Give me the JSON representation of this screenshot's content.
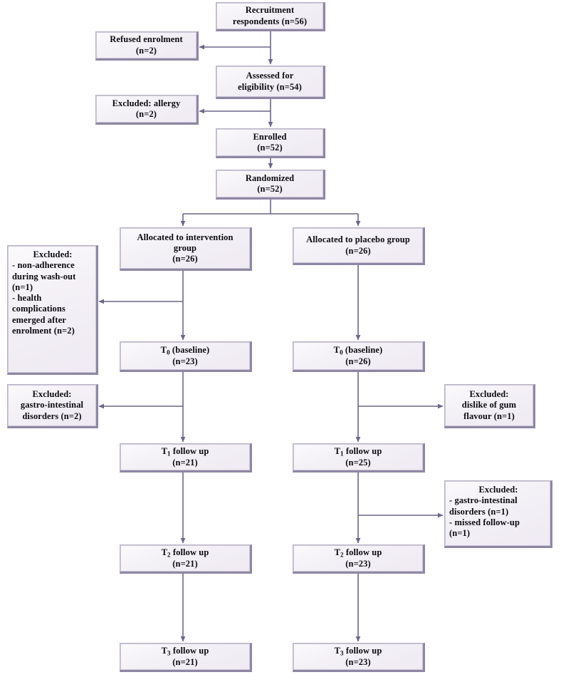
{
  "diagram": {
    "title": "CONSORT participant flow diagram",
    "colors": {
      "box_fill": "#f3f0f6",
      "box_border_light": "#b9b3c6",
      "box_border_shadow": "#8e87a3",
      "connector": "#6d6789",
      "text": "#0b0b10"
    },
    "nodes": {
      "recruitment": {
        "line1": "Recruitment",
        "line2": "respondents (n=56)"
      },
      "refused": {
        "line1": "Refused enrolment",
        "line2": "(n=2)"
      },
      "assessed": {
        "line1": "Assessed for",
        "line2": "eligibility (n=54)"
      },
      "excluded_allergy": {
        "line1": "Excluded: allergy",
        "line2": "(n=2)"
      },
      "enrolled": {
        "line1": "Enrolled",
        "line2": "(n=52)"
      },
      "randomized": {
        "line1": "Randomized",
        "line2": "(n=52)"
      },
      "alloc_intervention": {
        "line1": "Allocated to intervention",
        "line2": "group",
        "line3": "(n=26)"
      },
      "alloc_placebo": {
        "line1": "Allocated to placebo group",
        "line2": "(n=26)"
      },
      "excluded_left_washout": {
        "heading": "Excluded:",
        "body": "- non-adherence during wash-out (n=1)\n- health complications emerged after enrolment (n=2)"
      },
      "excluded_left_gi": {
        "line1": "Excluded:",
        "line2": "gastro-intestinal",
        "line3": "disorders (n=2)"
      },
      "excluded_right_flavour": {
        "line1": "Excluded:",
        "line2": "dislike of gum",
        "line3": "flavour (n=1)"
      },
      "excluded_right_gi_missed": {
        "heading": "Excluded:",
        "body": "-  gastro-intestinal\n    disorders (n=1)\n-  missed follow-up\n    (n=1)"
      },
      "t0_intervention": {
        "label": "T",
        "sub": "0",
        "rest": " (baseline)",
        "line2": "(n=23)"
      },
      "t0_placebo": {
        "label": "T",
        "sub": "0",
        "rest": " (baseline)",
        "line2": "(n=26)"
      },
      "t1_intervention": {
        "label": "T",
        "sub": "1",
        "rest": " follow up",
        "line2": "(n=21)"
      },
      "t1_placebo": {
        "label": "T",
        "sub": "1",
        "rest": " follow up",
        "line2": "(n=25)"
      },
      "t2_intervention": {
        "label": "T",
        "sub": "2",
        "rest": " follow up",
        "line2": "(n=21)"
      },
      "t2_placebo": {
        "label": "T",
        "sub": "2",
        "rest": " follow up",
        "line2": "(n=23)"
      },
      "t3_intervention": {
        "label": "T",
        "sub": "3",
        "rest": " follow up",
        "line2": "(n=21)"
      },
      "t3_placebo": {
        "label": "T",
        "sub": "3",
        "rest": " follow up",
        "line2": "(n=23)"
      }
    }
  }
}
